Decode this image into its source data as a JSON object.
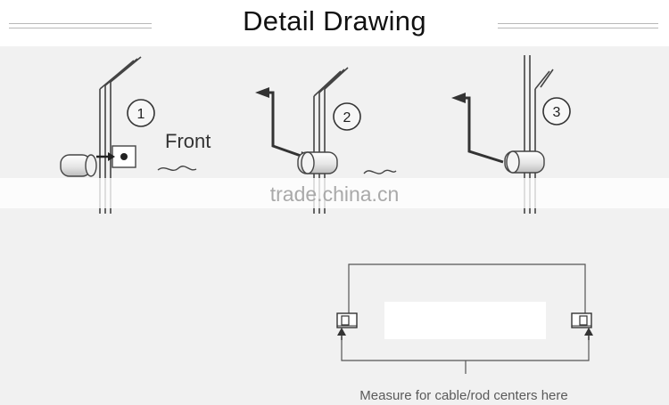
{
  "header": {
    "title": "Detail Drawing"
  },
  "steps": [
    {
      "number": "1"
    },
    {
      "number": "2"
    },
    {
      "number": "3"
    }
  ],
  "labels": {
    "front": "Front"
  },
  "watermark": "trade.china.cn",
  "measure": {
    "caption": "Measure for cable/rod centers here"
  }
}
